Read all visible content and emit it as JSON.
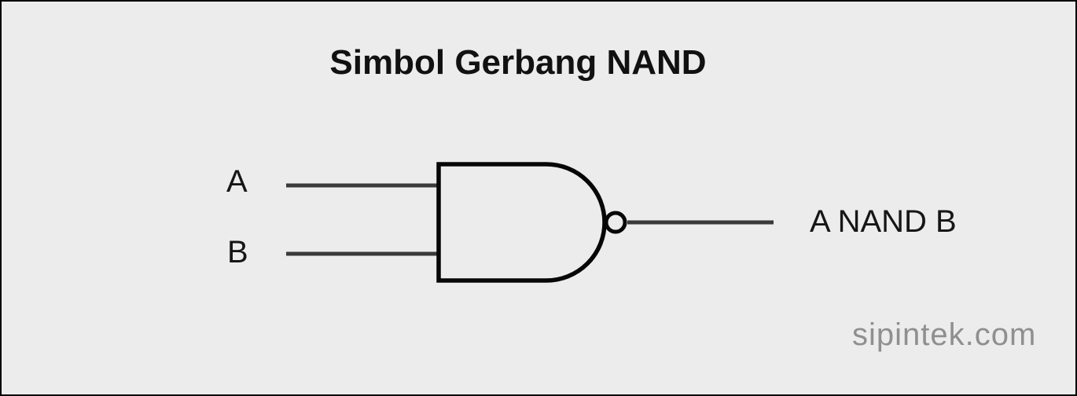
{
  "page": {
    "title": "Simbol Gerbang NAND"
  },
  "diagram": {
    "gate_type": "NAND",
    "inputs": [
      {
        "label": "A"
      },
      {
        "label": "B"
      }
    ],
    "output": {
      "label": "A NAND B"
    }
  },
  "watermark": {
    "text": "sipintek.com"
  },
  "colors": {
    "background": "#ececec",
    "border": "#000000",
    "wire": "#3a3a3a",
    "outline": "#070707",
    "text": "#161616",
    "watermark": "#8f8f8f"
  }
}
